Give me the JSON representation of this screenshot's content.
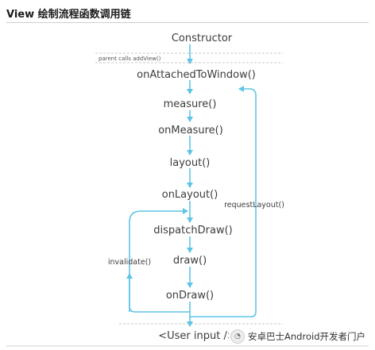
{
  "title": "View 绘制流程函数调用链",
  "nodes": {
    "constructor": "Constructor",
    "on_attached_to_window": "onAttachedToWindow()",
    "measure": "measure()",
    "on_measure": "onMeasure()",
    "layout": "layout()",
    "on_layout": "onLayout()",
    "dispatch_draw": "dispatchDraw()",
    "draw": "draw()",
    "on_draw": "onDraw()",
    "user_input": "<User input />"
  },
  "labels": {
    "parent_calls": "parent calls addView()",
    "request_layout": "requestLayout()",
    "invalidate": "invalidate()"
  },
  "watermark": "安卓巴士Android开发者门户",
  "colors": {
    "arrow": "#5ec4e6",
    "text": "#3c3c3c"
  }
}
